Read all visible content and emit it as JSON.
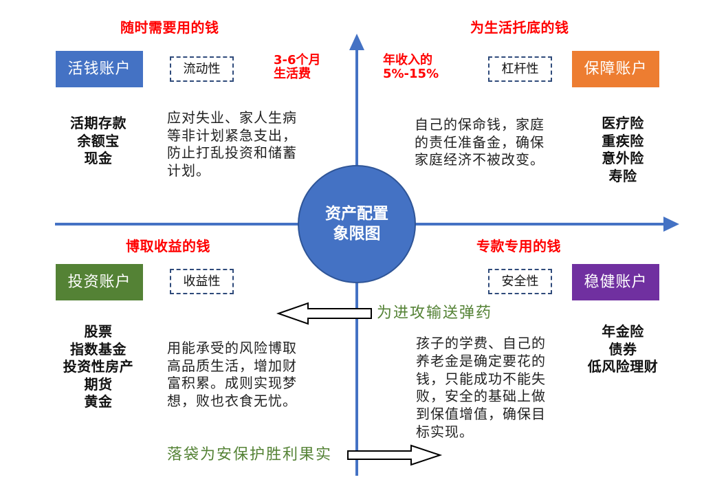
{
  "center": {
    "title_lines": [
      "资产配置",
      "象限图"
    ]
  },
  "quadrants": {
    "top_left": {
      "title": "随时需要用的钱",
      "account": "活钱账户",
      "account_color": "#4472C4",
      "trait": "流动性",
      "note_lines": [
        "3-6个月",
        "生活费"
      ],
      "products": [
        "活期存款",
        "余额宝",
        "现金"
      ],
      "description_lines": [
        "应对失业、家人生病",
        "等非计划紧急支出，",
        "防止打乱投资和储蓄",
        "计划。"
      ]
    },
    "top_right": {
      "title": "为生活托底的钱",
      "account": "保障账户",
      "account_color": "#ED7D31",
      "trait": "杠杆性",
      "note_lines": [
        "年收入的",
        "5%-15%"
      ],
      "products": [
        "医疗险",
        "重疾险",
        "意外险",
        "寿险"
      ],
      "description_lines": [
        "自己的保命钱，家庭",
        "的责任准备金，确保",
        "家庭经济不被改变。"
      ]
    },
    "bottom_left": {
      "title": "博取收益的钱",
      "account": "投资账户",
      "account_color": "#548235",
      "trait": "收益性",
      "products": [
        "股票",
        "指数基金",
        "投资性房产",
        "期货",
        "黄金"
      ],
      "description_lines": [
        "用能承受的风险博取",
        "高品质生活，增加财",
        "富积累。成则实现梦",
        "想，败也衣食无忧。"
      ]
    },
    "bottom_right": {
      "title": "专款专用的钱",
      "account": "稳健账户",
      "account_color": "#7030A0",
      "trait": "安全性",
      "products": [
        "年金险",
        "债券",
        "低风险理财"
      ],
      "description_lines": [
        "孩子的学费、自己的",
        "养老金是确定要花的",
        "钱，只能成功不能失",
        "败，安全的基础上做",
        "到保值增值，确保目",
        "标实现。"
      ]
    }
  },
  "flows": {
    "left_arrow_label": "为进攻输送弹药",
    "right_arrow_label": "落袋为安保护胜利果实"
  },
  "colors": {
    "axis": "#4472C4",
    "circle": "#4472C4",
    "title": "#FF0000",
    "flow_label": "#548235",
    "trait_border": "#2E4A7A"
  }
}
